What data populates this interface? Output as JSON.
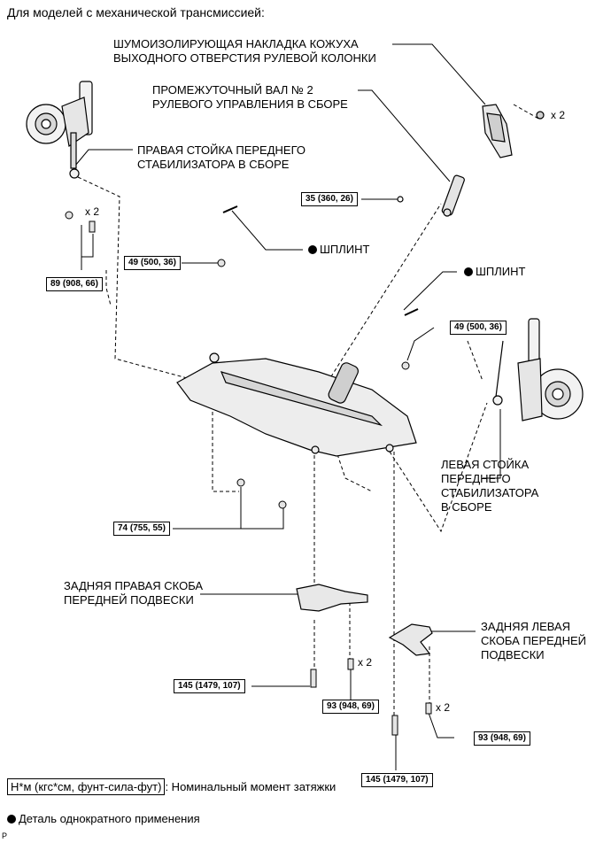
{
  "header": {
    "title": "Для моделей с механической трансмиссией:"
  },
  "labels": {
    "column_cover": "ШУМОИЗОЛИРУЮЩАЯ НАКЛАДКА КОЖУХА\nВЫХОДНОГО ОТВЕРСТИЯ РУЛЕВОЙ КОЛОНКИ",
    "intermediate_shaft": "ПРОМЕЖУТОЧНЫЙ ВАЛ № 2\nРУЛЕВОГО УПРАВЛЕНИЯ В СБОРЕ",
    "right_link": "ПРАВАЯ СТОЙКА ПЕРЕДНЕГО\nСТАБИЛИЗАТОРА В СБОРЕ",
    "cotter_pin_1": "ШПЛИНТ",
    "cotter_pin_2": "ШПЛИНТ",
    "left_link": "ЛЕВАЯ СТОЙКА\nПЕРЕДНЕГО\nСТАБИЛИЗАТОРА\nВ СБОРЕ",
    "rear_right_bracket": "ЗАДНЯЯ ПРАВАЯ СКОБА\nПЕРЕДНЕЙ ПОДВЕСКИ",
    "rear_left_bracket": "ЗАДНЯЯ ЛЕВАЯ\nСКОБА ПЕРЕДНЕЙ\nПОДВЕСКИ"
  },
  "torques": {
    "t1": "35 (360, 26)",
    "t2": "49 (500, 36)",
    "t3": "89 (908, 66)",
    "t4": "49 (500, 36)",
    "t5": "74 (755, 55)",
    "t6": "145 (1479, 107)",
    "t7": "93 (948, 69)",
    "t8": "93 (948, 69)",
    "t9": "145 (1479, 107)"
  },
  "multipliers": {
    "m1": "x 2",
    "m2": "x 2",
    "m3": "x 2",
    "m4": "x 2"
  },
  "legend": {
    "torque_key": "Н*м (кгс*см, фунт-сила-фут)",
    "torque_desc": ": Номинальный момент затяжки",
    "single_use": "Деталь однократного применения"
  },
  "footer": {
    "code": "P"
  }
}
